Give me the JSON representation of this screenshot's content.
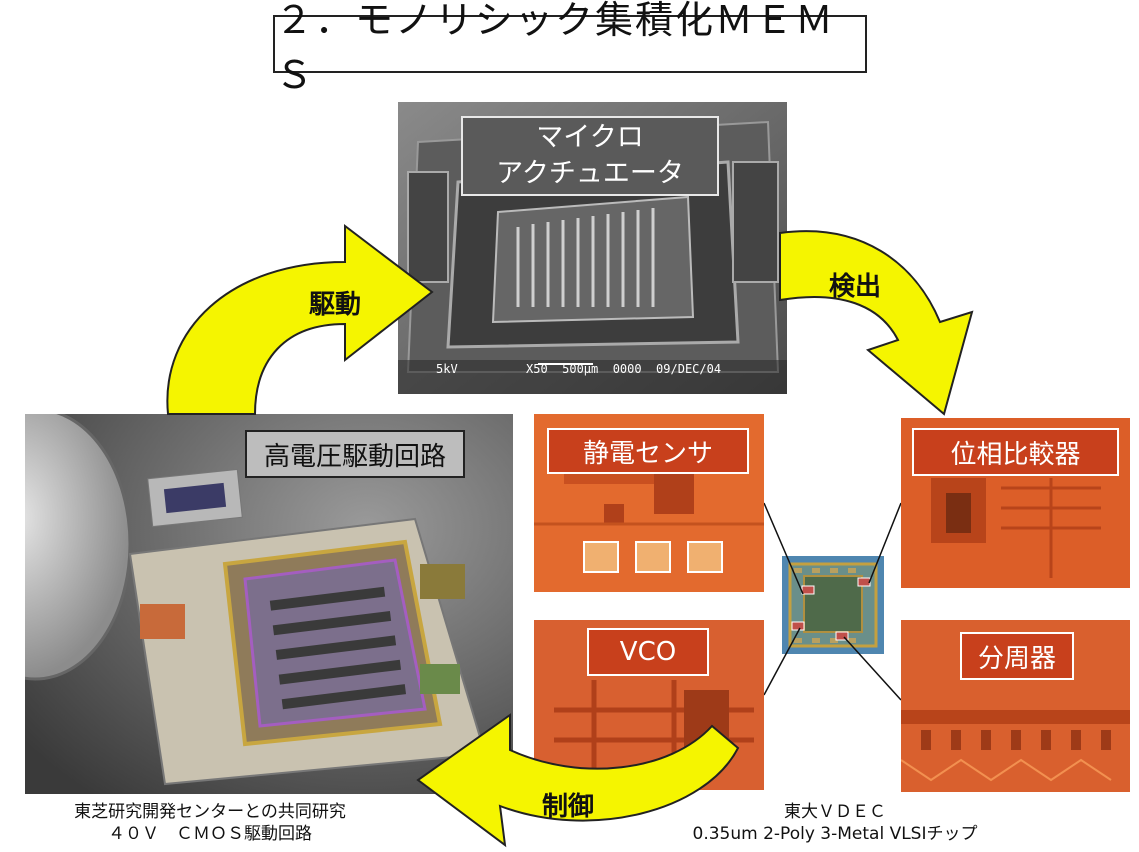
{
  "title": "２．モノリシック集積化ＭＥＭＳ",
  "sem": {
    "label_line1": "マイクロ",
    "label_line2": "アクチュエータ",
    "info_kv": "5kV",
    "info_scale": "X50  500μm  0000  09/DEC/04"
  },
  "arrows": {
    "drive": "駆動",
    "detect": "検出",
    "control": "制御"
  },
  "hv_chip": {
    "label": "高電圧駆動回路"
  },
  "blocks": {
    "sensor": "静電センサ",
    "phase": "位相比較器",
    "vco": "VCO",
    "divider": "分周器"
  },
  "captions": {
    "left_line1": "東芝研究開発センターとの共同研究",
    "left_line2": "４０Ｖ　ＣＭＯＳ駆動回路",
    "right_line1": "東大ＶＤＥＣ",
    "right_line2": "0.35um 2-Poly 3-Metal VLSIチップ"
  },
  "colors": {
    "arrow": "#f5f500",
    "label_red": "#c8401c",
    "die_orange": "#e0622a"
  }
}
